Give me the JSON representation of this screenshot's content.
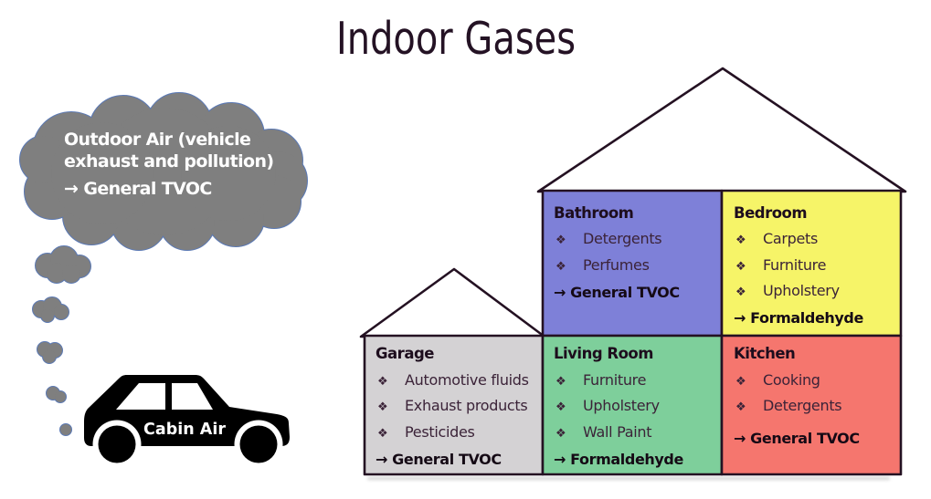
{
  "title": "Indoor Gases",
  "cloud_callout": {
    "lines": [
      "Outdoor Air (vehicle",
      "exhaust and pollution)"
    ],
    "result": "→ General TVOC"
  },
  "car": {
    "label": "Cabin Air"
  },
  "house": {
    "bullet_char": "❖",
    "rooms": [
      {
        "name": "Bathroom",
        "color": "#7e80d8",
        "items": [
          "Detergents",
          "Perfumes"
        ],
        "result": "→ General TVOC"
      },
      {
        "name": "Bedroom",
        "color": "#f6f468",
        "items": [
          "Carpets",
          "Furniture",
          "Upholstery"
        ],
        "result": "→ Formaldehyde"
      },
      {
        "name": "Garage",
        "color": "#d4d2d4",
        "items": [
          "Automotive fluids",
          "Exhaust products",
          "Pesticides"
        ],
        "result": "→ General TVOC"
      },
      {
        "name": "Living Room",
        "color": "#7ecf9b",
        "items": [
          "Furniture",
          "Upholstery",
          "Wall Paint"
        ],
        "result": "→ Formaldehyde"
      },
      {
        "name": "Kitchen",
        "color": "#f5766e",
        "items": [
          "Cooking",
          "Detergents"
        ],
        "result": "→ General TVOC"
      }
    ]
  },
  "colors": {
    "cloud_fill": "#7f7f7f",
    "cloud_outline": "#5b79b4",
    "house_outline": "#241122",
    "title_text": "#241224",
    "room_header_text": "#1d0d1d",
    "room_item_text": "#3b2338",
    "cloud_text": "#ffffff",
    "car_fill": "#000000",
    "car_label_text": "#ffffff"
  }
}
